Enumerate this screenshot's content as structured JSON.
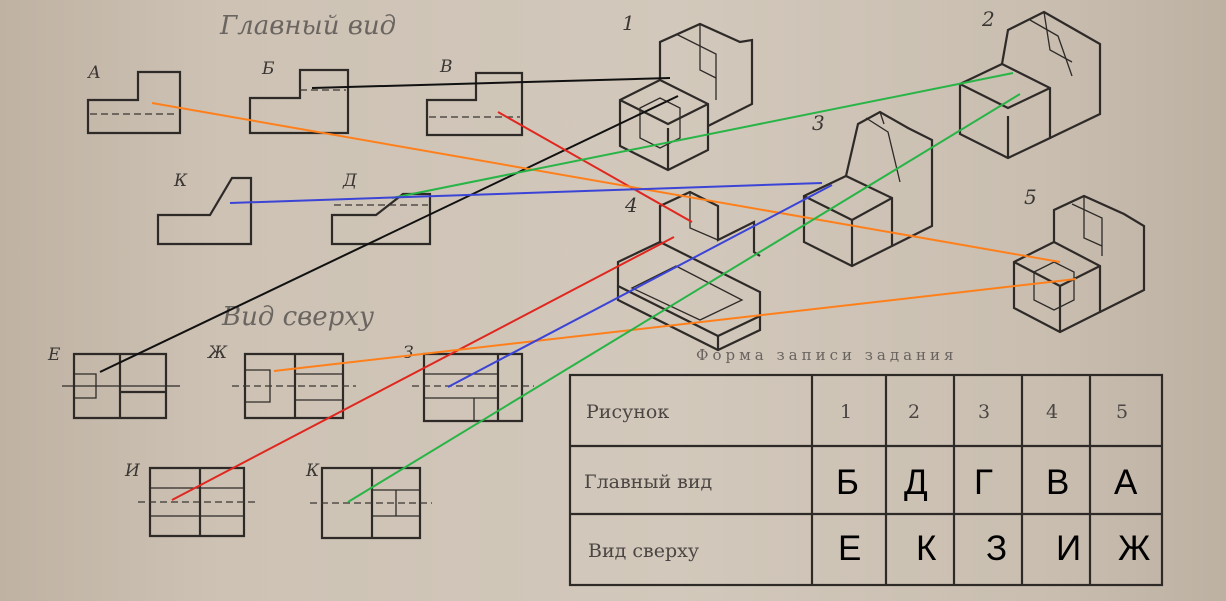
{
  "headings": {
    "front_view": "Главный вид",
    "top_view": "Вид сверху",
    "table_caption": "Форма записи задания"
  },
  "front_labels": [
    "А",
    "Б",
    "В",
    "К",
    "Д"
  ],
  "top_labels": [
    "Е",
    "Ж",
    "З",
    "И",
    "К"
  ],
  "figure_numbers": [
    "1",
    "2",
    "3",
    "4",
    "5"
  ],
  "table": {
    "row_headers": [
      "Рисунок",
      "Главный вид",
      "Вид сверху"
    ],
    "columns": [
      "1",
      "2",
      "3",
      "4",
      "5"
    ],
    "front_answers": [
      "Б",
      "Д",
      "Г",
      "В",
      "А"
    ],
    "top_answers": [
      "Е",
      "К",
      "З",
      "И",
      "Ж"
    ]
  },
  "colors": {
    "black": "#111111",
    "red": "#e0271f",
    "orange": "#ff7f1a",
    "green": "#28b446",
    "blue": "#3b44d6"
  }
}
